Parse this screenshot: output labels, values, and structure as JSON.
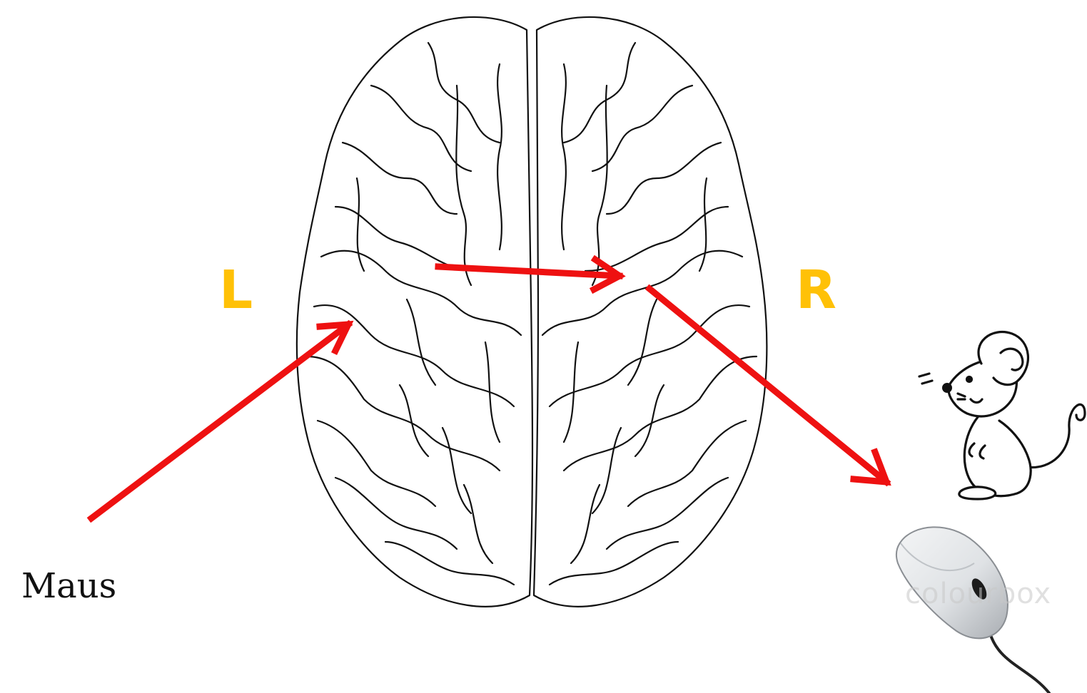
{
  "labels": {
    "left_hemisphere": "L",
    "right_hemisphere": "R",
    "word": "Maus",
    "watermark": "colourbox"
  },
  "colors": {
    "arrow": "#ee1111",
    "hemisphere_label": "#ffc107",
    "outline": "#111111"
  },
  "icons": [
    "brain-illustration",
    "cartoon-mouse-icon",
    "computer-mouse-icon"
  ]
}
